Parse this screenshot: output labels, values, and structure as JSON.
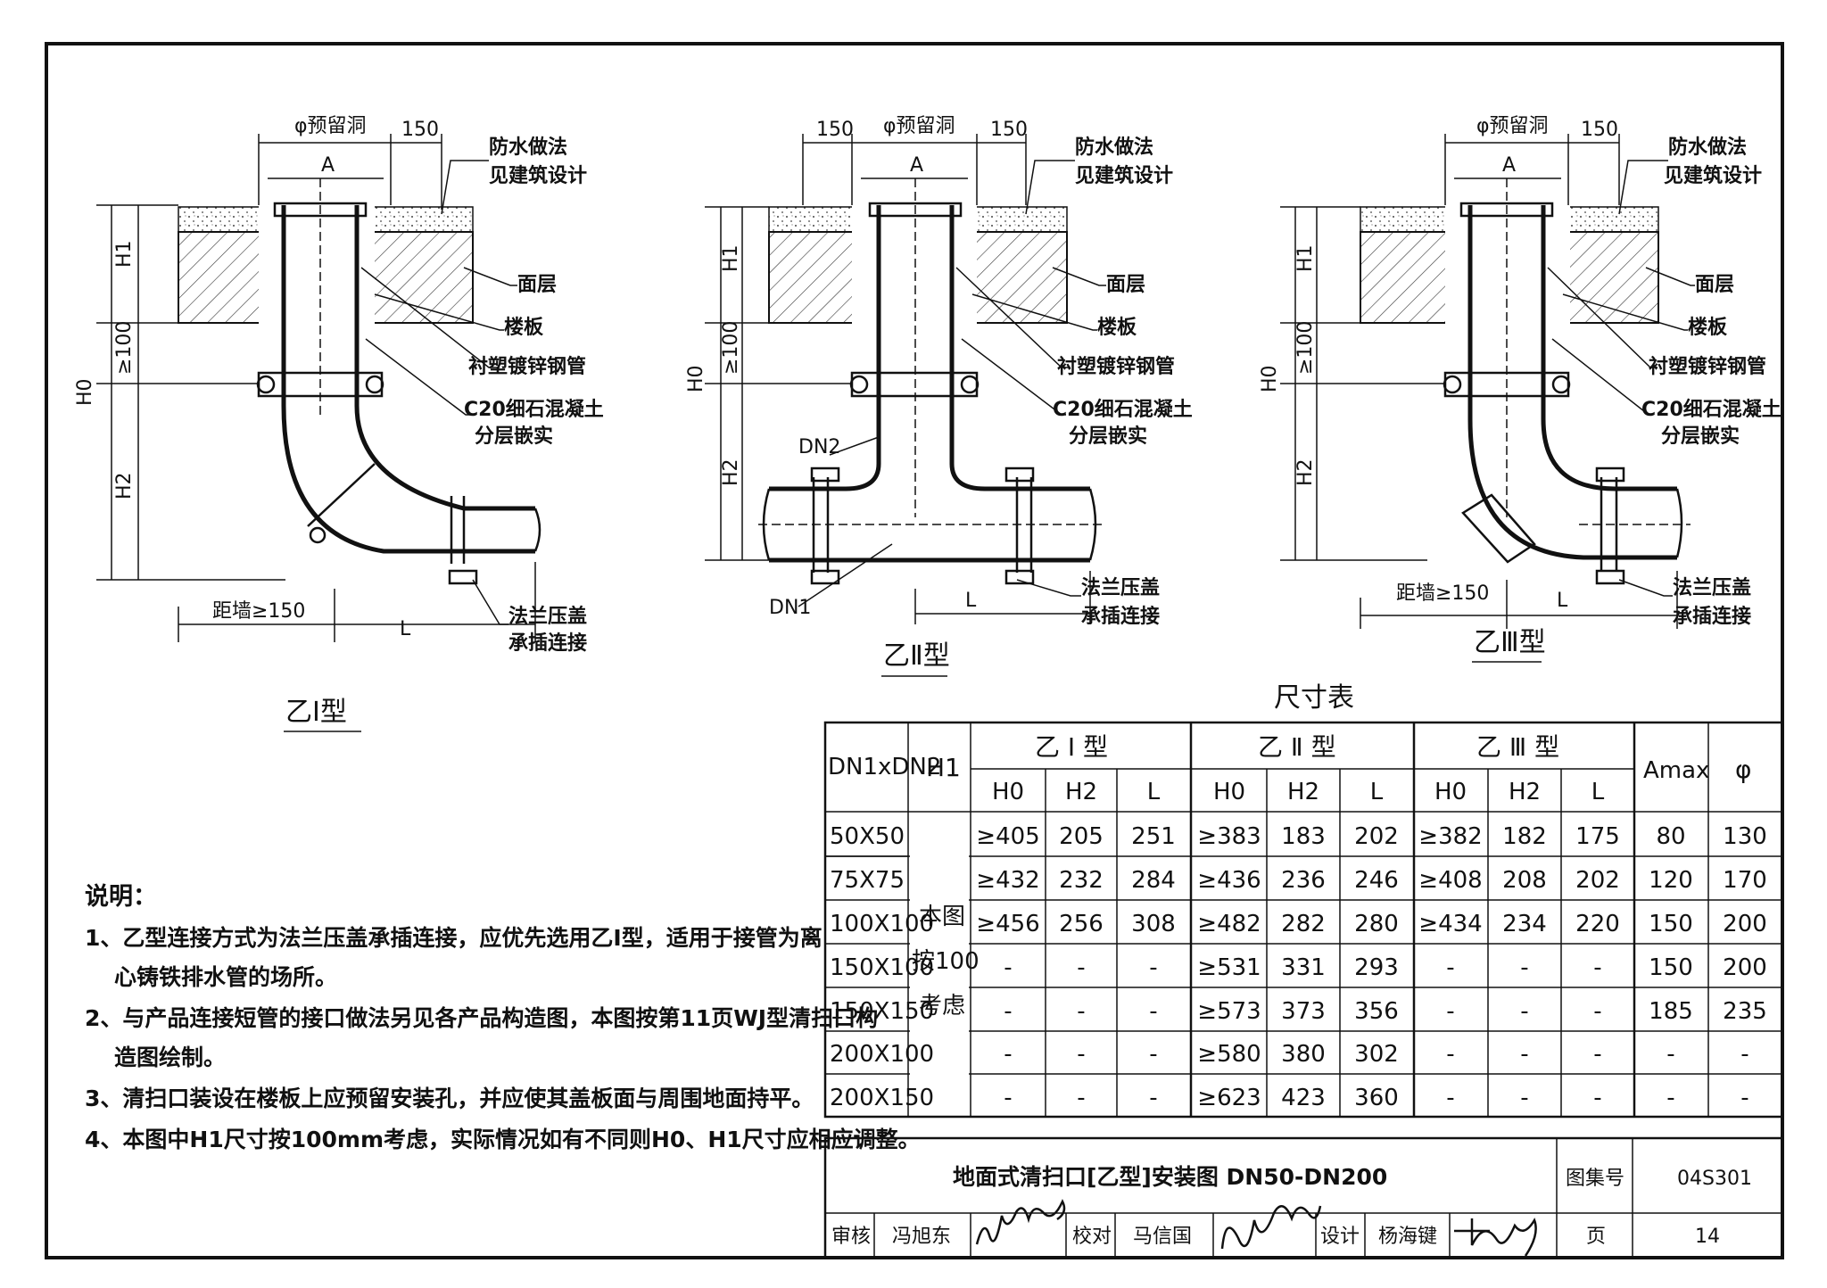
{
  "figures": [
    {
      "caption": "乙Ⅰ型",
      "dims": {
        "top_hole": "φ预留洞",
        "top_150": "150",
        "a": "A",
        "h1": "H1",
        "ge100": "≥100",
        "h0": "H0",
        "h2": "H2",
        "dist_wall": "距墙≥150",
        "l": "L"
      },
      "labels": {
        "waterproof1": "防水做法",
        "waterproof2": "见建筑设计",
        "surface": "面层",
        "slab": "楼板",
        "pipe": "衬塑镀锌钢管",
        "concrete1": "C20细石混凝土",
        "concrete2": "分层嵌实",
        "flange1": "法兰压盖",
        "flange2": "承插连接"
      }
    },
    {
      "caption": "乙Ⅱ型",
      "dims": {
        "top_hole": "φ预留洞",
        "top_150_left": "150",
        "top_150_right": "150",
        "a": "A",
        "h1": "H1",
        "ge100": "≥100",
        "h0": "H0",
        "h2": "H2",
        "dn2": "DN2",
        "dn1": "DN1",
        "l": "L"
      },
      "labels": {
        "waterproof1": "防水做法",
        "waterproof2": "见建筑设计",
        "surface": "面层",
        "slab": "楼板",
        "pipe": "衬塑镀锌钢管",
        "concrete1": "C20细石混凝土",
        "concrete2": "分层嵌实",
        "flange1": "法兰压盖",
        "flange2": "承插连接"
      }
    },
    {
      "caption": "乙Ⅲ型",
      "dims": {
        "top_hole": "φ预留洞",
        "top_150": "150",
        "a": "A",
        "h1": "H1",
        "ge100": "≥100",
        "h0": "H0",
        "h2": "H2",
        "dist_wall": "距墙≥150",
        "l": "L"
      },
      "labels": {
        "waterproof1": "防水做法",
        "waterproof2": "见建筑设计",
        "surface": "面层",
        "slab": "楼板",
        "pipe": "衬塑镀锌钢管",
        "concrete1": "C20细石混凝土",
        "concrete2": "分层嵌实",
        "flange1": "法兰压盖",
        "flange2": "承插连接"
      }
    }
  ],
  "table": {
    "title": "尺寸表",
    "col_dn": "DN1xDN2",
    "col_h1": "H1",
    "h1_value": "本图按100考虑",
    "h1_lines": [
      "本图",
      "按100",
      "考虑"
    ],
    "groups": [
      "乙 Ⅰ 型",
      "乙 Ⅱ 型",
      "乙 Ⅲ 型"
    ],
    "sub": [
      "H0",
      "H2",
      "L"
    ],
    "col_amax": "Amax",
    "col_phi": "φ",
    "rows": [
      {
        "dn": "50X50",
        "g1": [
          "≥405",
          "205",
          "251"
        ],
        "g2": [
          "≥383",
          "183",
          "202"
        ],
        "g3": [
          "≥382",
          "182",
          "175"
        ],
        "amax": "80",
        "phi": "130"
      },
      {
        "dn": "75X75",
        "g1": [
          "≥432",
          "232",
          "284"
        ],
        "g2": [
          "≥436",
          "236",
          "246"
        ],
        "g3": [
          "≥408",
          "208",
          "202"
        ],
        "amax": "120",
        "phi": "170"
      },
      {
        "dn": "100X100",
        "g1": [
          "≥456",
          "256",
          "308"
        ],
        "g2": [
          "≥482",
          "282",
          "280"
        ],
        "g3": [
          "≥434",
          "234",
          "220"
        ],
        "amax": "150",
        "phi": "200"
      },
      {
        "dn": "150X100",
        "g1": [
          "-",
          "-",
          "-"
        ],
        "g2": [
          "≥531",
          "331",
          "293"
        ],
        "g3": [
          "-",
          "-",
          "-"
        ],
        "amax": "150",
        "phi": "200"
      },
      {
        "dn": "150X150",
        "g1": [
          "-",
          "-",
          "-"
        ],
        "g2": [
          "≥573",
          "373",
          "356"
        ],
        "g3": [
          "-",
          "-",
          "-"
        ],
        "amax": "185",
        "phi": "235"
      },
      {
        "dn": "200X100",
        "g1": [
          "-",
          "-",
          "-"
        ],
        "g2": [
          "≥580",
          "380",
          "302"
        ],
        "g3": [
          "-",
          "-",
          "-"
        ],
        "amax": "-",
        "phi": "-"
      },
      {
        "dn": "200X150",
        "g1": [
          "-",
          "-",
          "-"
        ],
        "g2": [
          "≥623",
          "423",
          "360"
        ],
        "g3": [
          "-",
          "-",
          "-"
        ],
        "amax": "-",
        "phi": "-"
      }
    ]
  },
  "notes": {
    "title": "说明：",
    "lines": [
      "1、乙型连接方式为法兰压盖承插连接，应优先选用乙Ⅰ型，适用于接管为离",
      "心铸铁排水管的场所。",
      "2、与产品连接短管的接口做法另见各产品构造图，本图按第11页WJ型清扫口构",
      "造图绘制。",
      "3、清扫口装设在楼板上应预留安装孔，并应使其盖板面与周围地面持平。",
      "4、本图中H1尺寸按100mm考虑，实际情况如有不同则H0、H1尺寸应相应调整。"
    ]
  },
  "title_block": {
    "title": "地面式清扫口[乙型]安装图 DN50-DN200",
    "atlas_label": "图集号",
    "atlas_no": "04S301",
    "review_label": "审核",
    "review_name": "冯旭东",
    "check_label": "校对",
    "check_name": "马信国",
    "design_label": "设计",
    "design_name": "杨海键",
    "page_label": "页",
    "page_no": "14"
  }
}
